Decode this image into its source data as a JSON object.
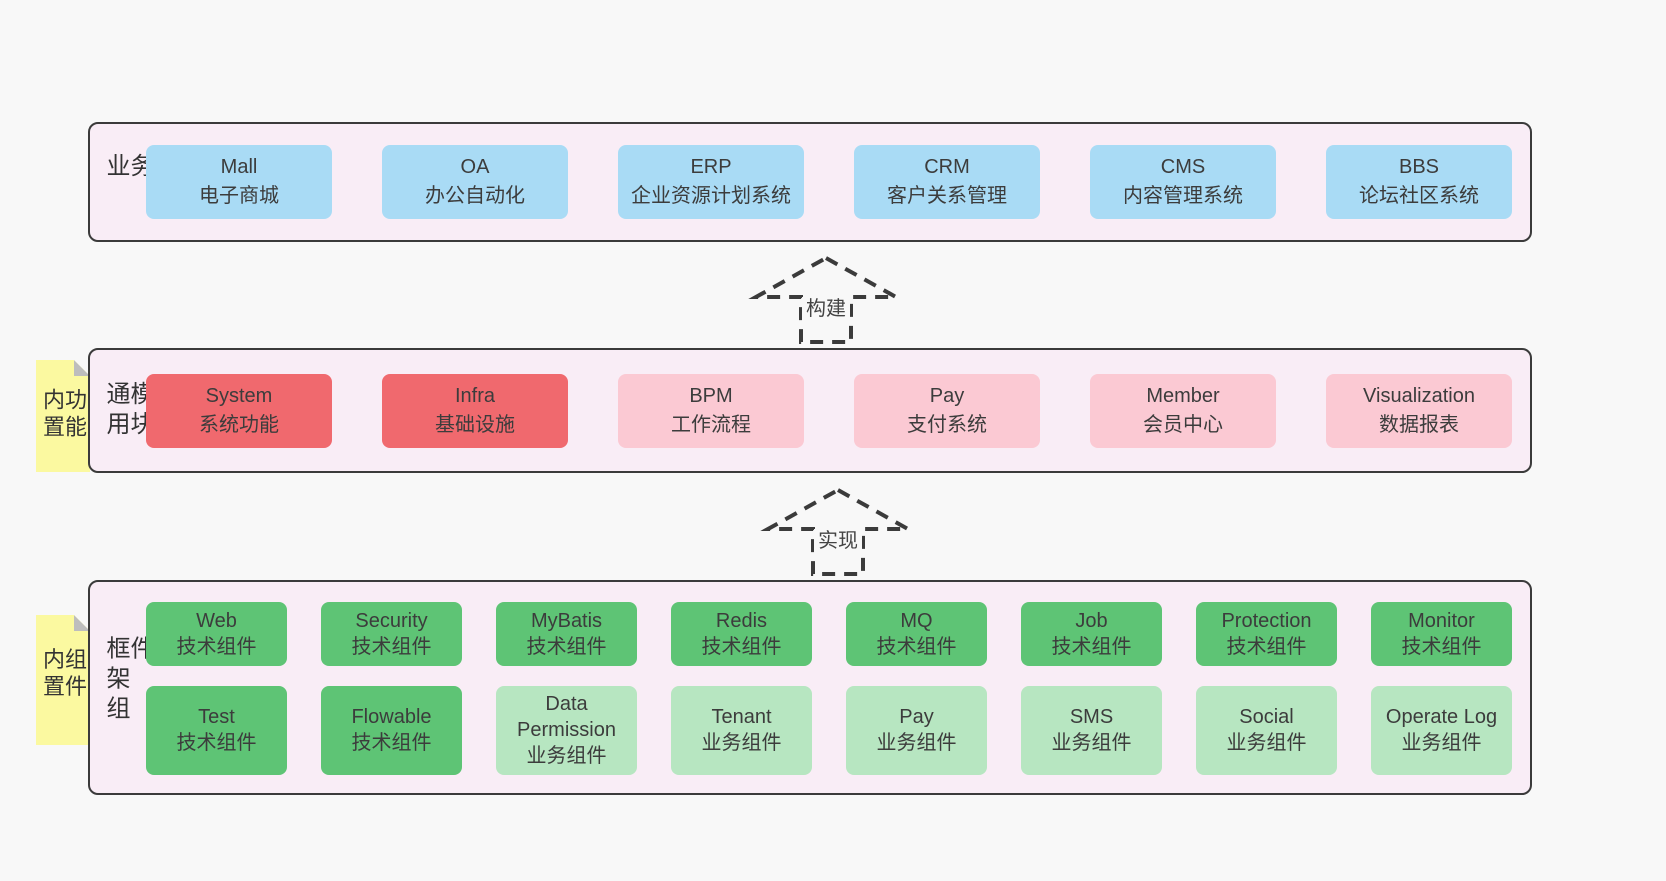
{
  "sections": [
    {
      "label": "业务系统",
      "boxes": [
        {
          "name": "Mall",
          "desc": "电子商城",
          "variant": "blue"
        },
        {
          "name": "OA",
          "desc": "办公自动化",
          "variant": "blue"
        },
        {
          "name": "ERP",
          "desc": "企业资源计划系统",
          "variant": "blue"
        },
        {
          "name": "CRM",
          "desc": "客户关系管理",
          "variant": "blue"
        },
        {
          "name": "CMS",
          "desc": "内容管理系统",
          "variant": "blue"
        },
        {
          "name": "BBS",
          "desc": "论坛社区系统",
          "variant": "blue"
        }
      ]
    },
    {
      "label": "通用模块",
      "sticky": "内置功能",
      "boxes": [
        {
          "name": "System",
          "desc": "系统功能",
          "variant": "red"
        },
        {
          "name": "Infra",
          "desc": "基础设施",
          "variant": "red"
        },
        {
          "name": "BPM",
          "desc": "工作流程",
          "variant": "pink"
        },
        {
          "name": "Pay",
          "desc": "支付系统",
          "variant": "pink"
        },
        {
          "name": "Member",
          "desc": "会员中心",
          "variant": "pink"
        },
        {
          "name": "Visualization",
          "desc": "数据报表",
          "variant": "pink"
        }
      ]
    },
    {
      "label": "框架组件",
      "sticky": "内置组件",
      "rows": [
        [
          {
            "name": "Web",
            "desc": "技术组件",
            "variant": "green"
          },
          {
            "name": "Security",
            "desc": "技术组件",
            "variant": "green"
          },
          {
            "name": "MyBatis",
            "desc": "技术组件",
            "variant": "green"
          },
          {
            "name": "Redis",
            "desc": "技术组件",
            "variant": "green"
          },
          {
            "name": "MQ",
            "desc": "技术组件",
            "variant": "green"
          },
          {
            "name": "Job",
            "desc": "技术组件",
            "variant": "green"
          },
          {
            "name": "Protection",
            "desc": "技术组件",
            "variant": "green"
          },
          {
            "name": "Monitor",
            "desc": "技术组件",
            "variant": "green"
          }
        ],
        [
          {
            "name": "Test",
            "desc": "技术组件",
            "variant": "green"
          },
          {
            "name": "Flowable",
            "desc": "技术组件",
            "variant": "green"
          },
          {
            "name": "Data Permission",
            "desc": "业务组件",
            "variant": "lightgreen"
          },
          {
            "name": "Tenant",
            "desc": "业务组件",
            "variant": "lightgreen"
          },
          {
            "name": "Pay",
            "desc": "业务组件",
            "variant": "lightgreen"
          },
          {
            "name": "SMS",
            "desc": "业务组件",
            "variant": "lightgreen"
          },
          {
            "name": "Social",
            "desc": "业务组件",
            "variant": "lightgreen"
          },
          {
            "name": "Operate Log",
            "desc": "业务组件",
            "variant": "lightgreen"
          }
        ]
      ]
    }
  ],
  "arrows": [
    {
      "label": "构建"
    },
    {
      "label": "实现"
    }
  ],
  "colors": {
    "page_bg": "#f8f8f8",
    "panel_bg": "#f9edf6",
    "panel_border": "#3b3b3b",
    "blue_box": "#a9dbf5",
    "red_box": "#f0696e",
    "pink_box": "#fbc9d3",
    "green_box": "#5ec475",
    "light_green_box": "#b7e6c1",
    "sticky_yellow": "#fbf9a0",
    "sticky_fold_gray": "#bdbdbd"
  }
}
